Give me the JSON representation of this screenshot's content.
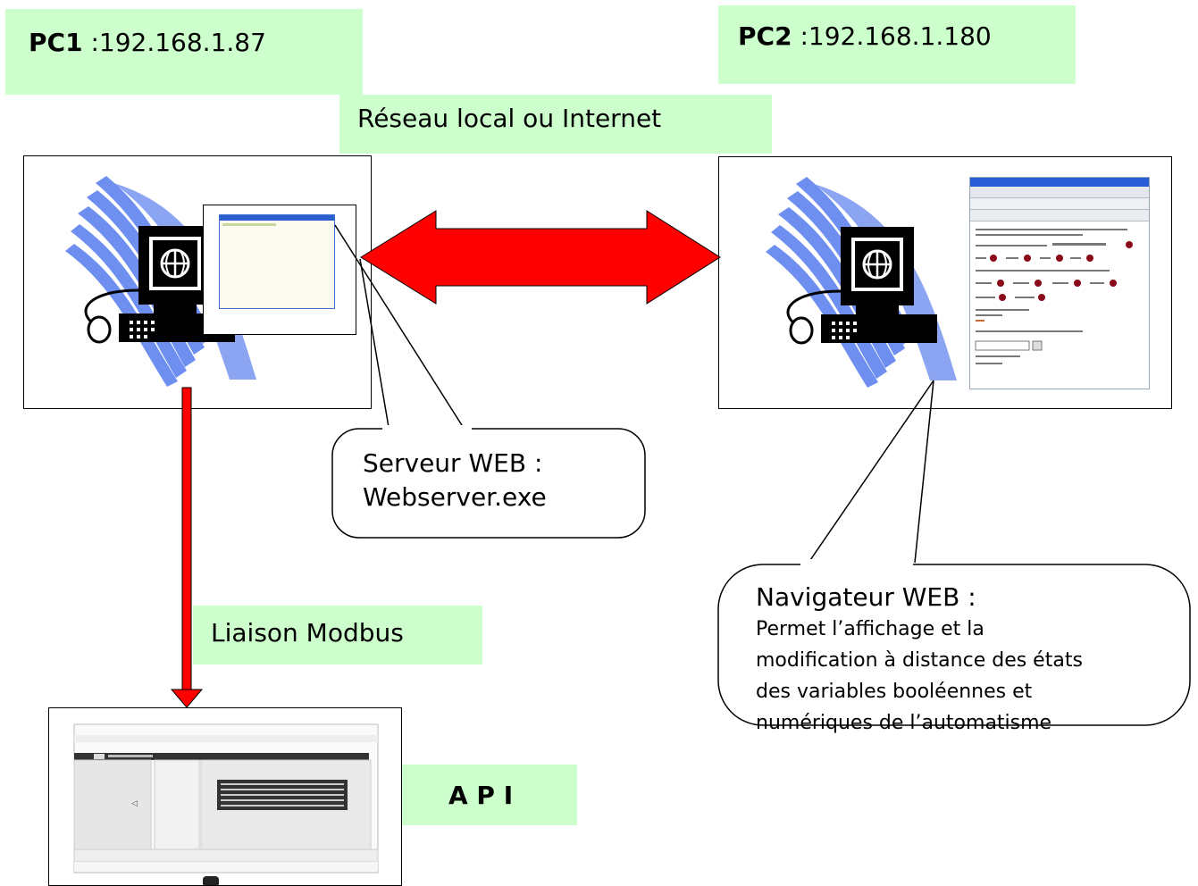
{
  "pc1": {
    "name": "PC1",
    "ip": " :192.168.1.87"
  },
  "pc2": {
    "name": "PC2",
    "ip": " :192.168.1.180"
  },
  "network_label": "Réseau local ou Internet",
  "modbus_label": "Liaison Modbus",
  "api_label": "A P I",
  "server_callout": {
    "line1": "Serveur  WEB :",
    "line2": "Webserver.exe"
  },
  "browser_callout": {
    "title": "Navigateur WEB :",
    "lines": [
      "Permet l’affichage et la",
      "modification à distance des états",
      "des variables booléennes et",
      "numériques de l’automatisme"
    ]
  },
  "colors": {
    "label_bg": "#ccffcc",
    "arrow": "#ff0000",
    "computer_swoosh": "#6e8ff0"
  }
}
